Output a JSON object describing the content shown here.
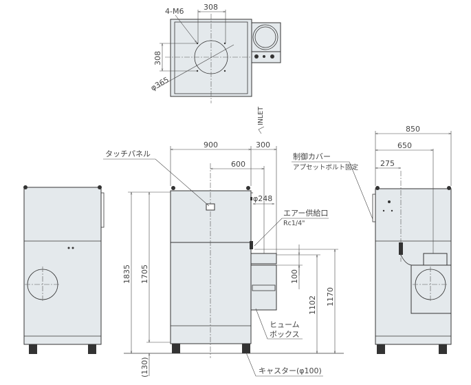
{
  "top_view": {
    "dim_width": "308",
    "dim_height": "308",
    "bolt_label": "4-M6",
    "dia_label": "φ365",
    "inlet_label": "INLET"
  },
  "front_view": {
    "dim_900": "900",
    "dim_300": "300",
    "dim_600": "600",
    "dim_248": "φ248",
    "dim_1835": "1835",
    "dim_1705": "1705",
    "dim_130": "(130)",
    "dim_100": "100",
    "dim_1102": "1102",
    "dim_1170": "1170",
    "touch_panel": "タッチパネル",
    "air_supply": "エアー供給口",
    "air_thread": "Rc1/4\"",
    "fume_box_1": "ヒューム",
    "fume_box_2": "ボックス",
    "caster": "キャスター(φ100)"
  },
  "side_view": {
    "dim_850": "850",
    "dim_650": "650",
    "dim_275": "275",
    "control_cover": "制御カバー",
    "control_cover_note": "アプセットボルト固定"
  }
}
